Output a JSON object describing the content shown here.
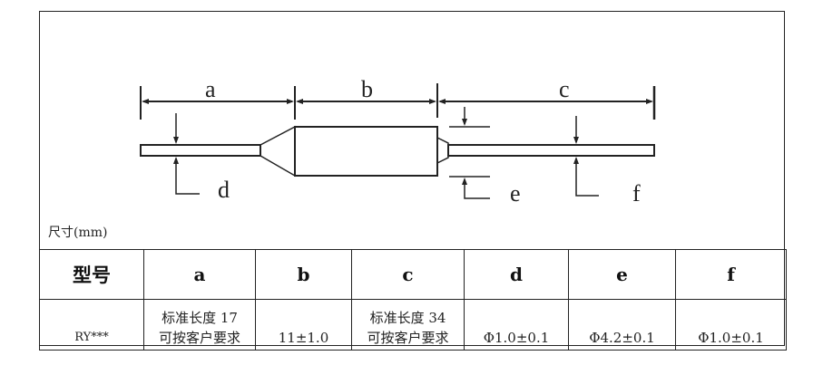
{
  "diagram": {
    "dimension_labels": {
      "a": "a",
      "b": "b",
      "c": "c",
      "d": "d",
      "e": "e",
      "f": "f"
    },
    "unit_label": "尺寸(mm)"
  },
  "table": {
    "headers": [
      "型号",
      "a",
      "b",
      "c",
      "d",
      "e",
      "f"
    ],
    "rows": [
      {
        "model": "RY***",
        "a_line1": "标准长度 17",
        "a_line2": "可按客户要求",
        "b": "11±1.0",
        "c_line1": "标准长度 34",
        "c_line2": "可按客户要求",
        "d": "Φ1.0±0.1",
        "e": "Φ4.2±0.1",
        "f": "Φ1.0±0.1"
      }
    ]
  }
}
